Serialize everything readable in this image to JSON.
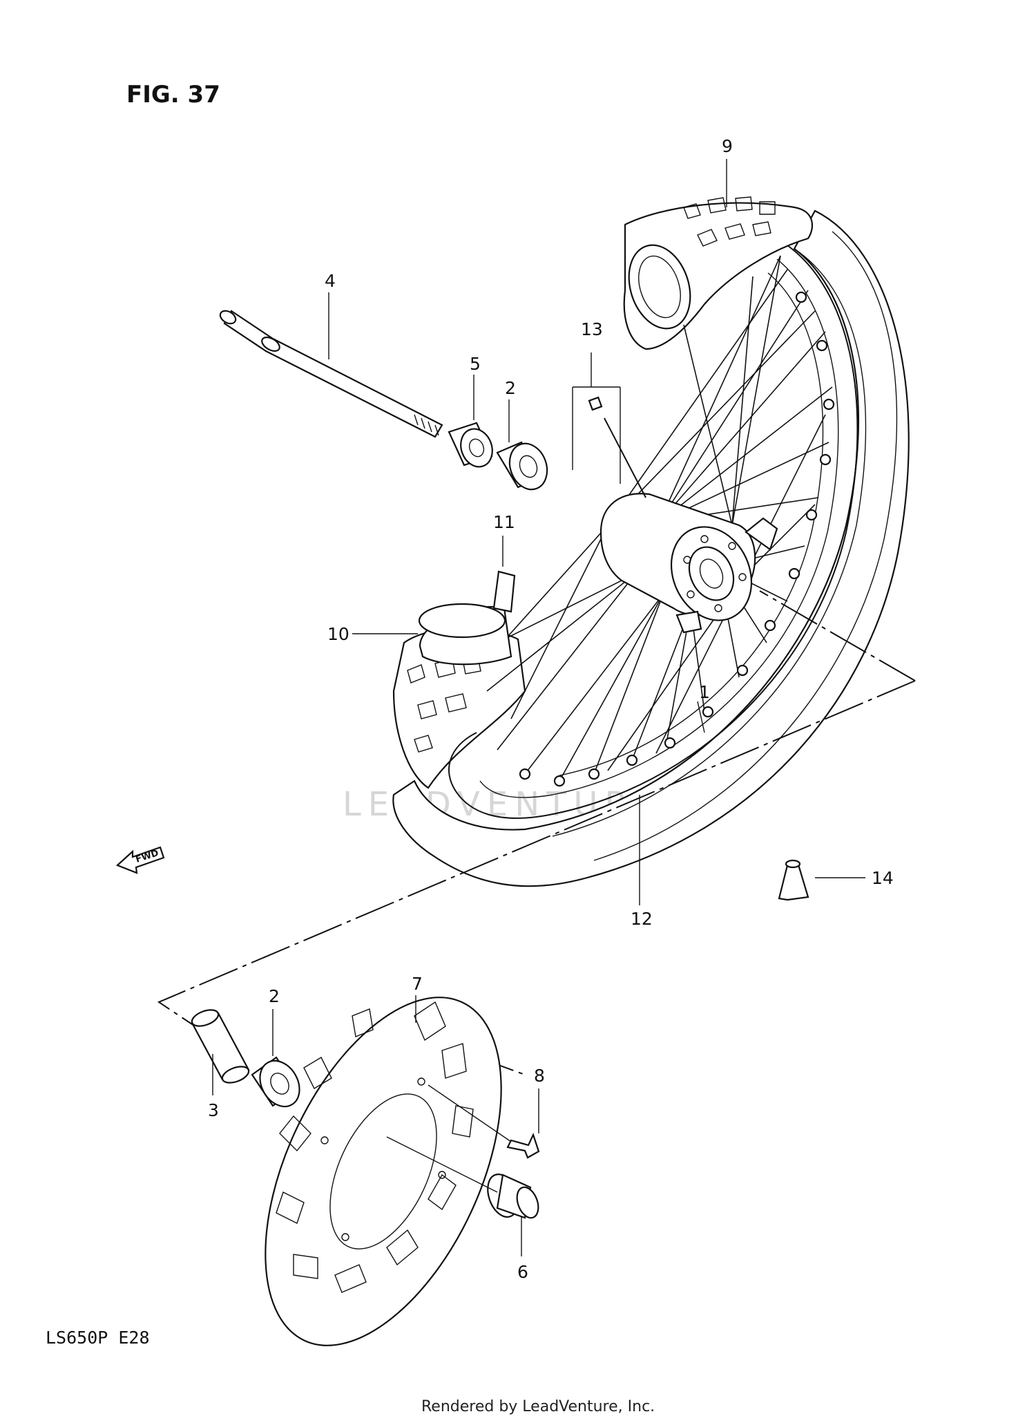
{
  "figure": {
    "title": "FIG. 37"
  },
  "model": {
    "code": "LS650P  E28"
  },
  "footer": {
    "credit": "Rendered by LeadVenture, Inc."
  },
  "watermark": {
    "text": "LEADVENTURE"
  },
  "arrow": {
    "text": "FWD"
  },
  "callouts": [
    {
      "id": "1",
      "label": "1"
    },
    {
      "id": "2a",
      "label": "2"
    },
    {
      "id": "2b",
      "label": "2"
    },
    {
      "id": "3",
      "label": "3"
    },
    {
      "id": "4",
      "label": "4"
    },
    {
      "id": "5",
      "label": "5"
    },
    {
      "id": "6",
      "label": "6"
    },
    {
      "id": "7",
      "label": "7"
    },
    {
      "id": "8",
      "label": "8"
    },
    {
      "id": "9",
      "label": "9"
    },
    {
      "id": "10",
      "label": "10"
    },
    {
      "id": "11",
      "label": "11"
    },
    {
      "id": "12",
      "label": "12"
    },
    {
      "id": "13",
      "label": "13"
    },
    {
      "id": "14",
      "label": "14"
    }
  ]
}
